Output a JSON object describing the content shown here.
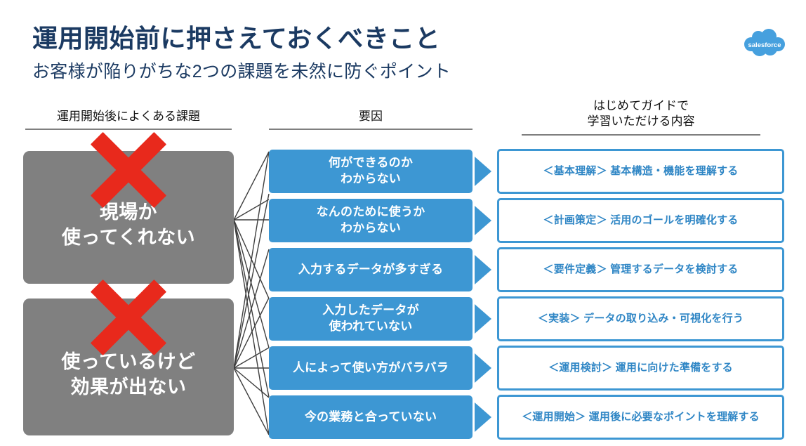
{
  "header": {
    "title": "運用開始前に押さえておくべきこと",
    "subtitle": "お客様が陥りがちな2つの課題を未然に防ぐポイント",
    "logo_label": "salesforce"
  },
  "columns": {
    "left_header": "運用開始後によくある課題",
    "middle_header": "要因",
    "right_header_line1": "はじめてガイドで",
    "right_header_line2": "学習いただける内容"
  },
  "problems": [
    {
      "line1": "現場が",
      "line2": "使ってくれない",
      "mark": "red-x"
    },
    {
      "line1": "使っているけど",
      "line2": "効果が出ない",
      "mark": "red-x"
    }
  ],
  "causes": [
    {
      "line1": "何ができるのか",
      "line2": "わからない"
    },
    {
      "line1": "なんのために使うか",
      "line2": "わからない"
    },
    {
      "line1": "入力するデータが多すぎる",
      "line2": ""
    },
    {
      "line1": "入力したデータが",
      "line2": "使われていない"
    },
    {
      "line1": "人によって使い方がバラバラ",
      "line2": ""
    },
    {
      "line1": "今の業務と合っていない",
      "line2": ""
    }
  ],
  "outcomes": [
    {
      "text": "＜基本理解＞ 基本構造・機能を理解する"
    },
    {
      "text": "＜計画策定＞ 活用のゴールを明確化する"
    },
    {
      "text": "＜要件定義＞ 管理するデータを検討する"
    },
    {
      "text": "＜実装＞ データの取り込み・可視化を行う"
    },
    {
      "text": "＜運用検討＞ 運用に向けた準備をする"
    },
    {
      "text": "＜運用開始＞ 運用後に必要なポイントを理解する"
    }
  ],
  "colors": {
    "title_navy": "#1b3a62",
    "accent_blue": "#3d97d3",
    "outcome_text_blue": "#2f86c5",
    "problem_gray": "#808080",
    "mark_red": "#e8291c",
    "rule_gray": "#7f7f7f",
    "background": "#ffffff"
  }
}
